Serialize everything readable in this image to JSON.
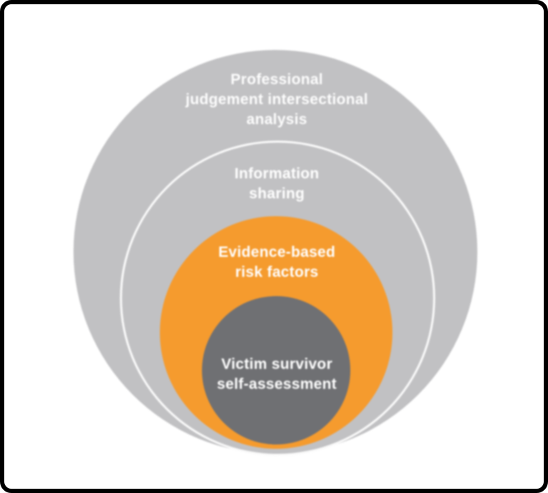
{
  "diagram": {
    "type": "nested-circles",
    "description": "Four concentric bottom-tangent circles, outermost to innermost",
    "rings": [
      {
        "label": "Professional\njudgement intersectional\nanalysis",
        "fill_color": "#c1c1c3",
        "text_color": "#ffffff"
      },
      {
        "label": "Information\nsharing",
        "fill_color": "#c1c1c3",
        "border_color": "#ffffff",
        "text_color": "#ffffff"
      },
      {
        "label": "Evidence-based\nrisk factors",
        "fill_color": "#f59b2e",
        "text_color": "#ffffff"
      },
      {
        "label": "Victim survivor\nself-assessment",
        "fill_color": "#6f7073",
        "text_color": "#ffffff"
      }
    ],
    "frame": {
      "border_color": "#000000",
      "background_color": "#ffffff"
    }
  }
}
